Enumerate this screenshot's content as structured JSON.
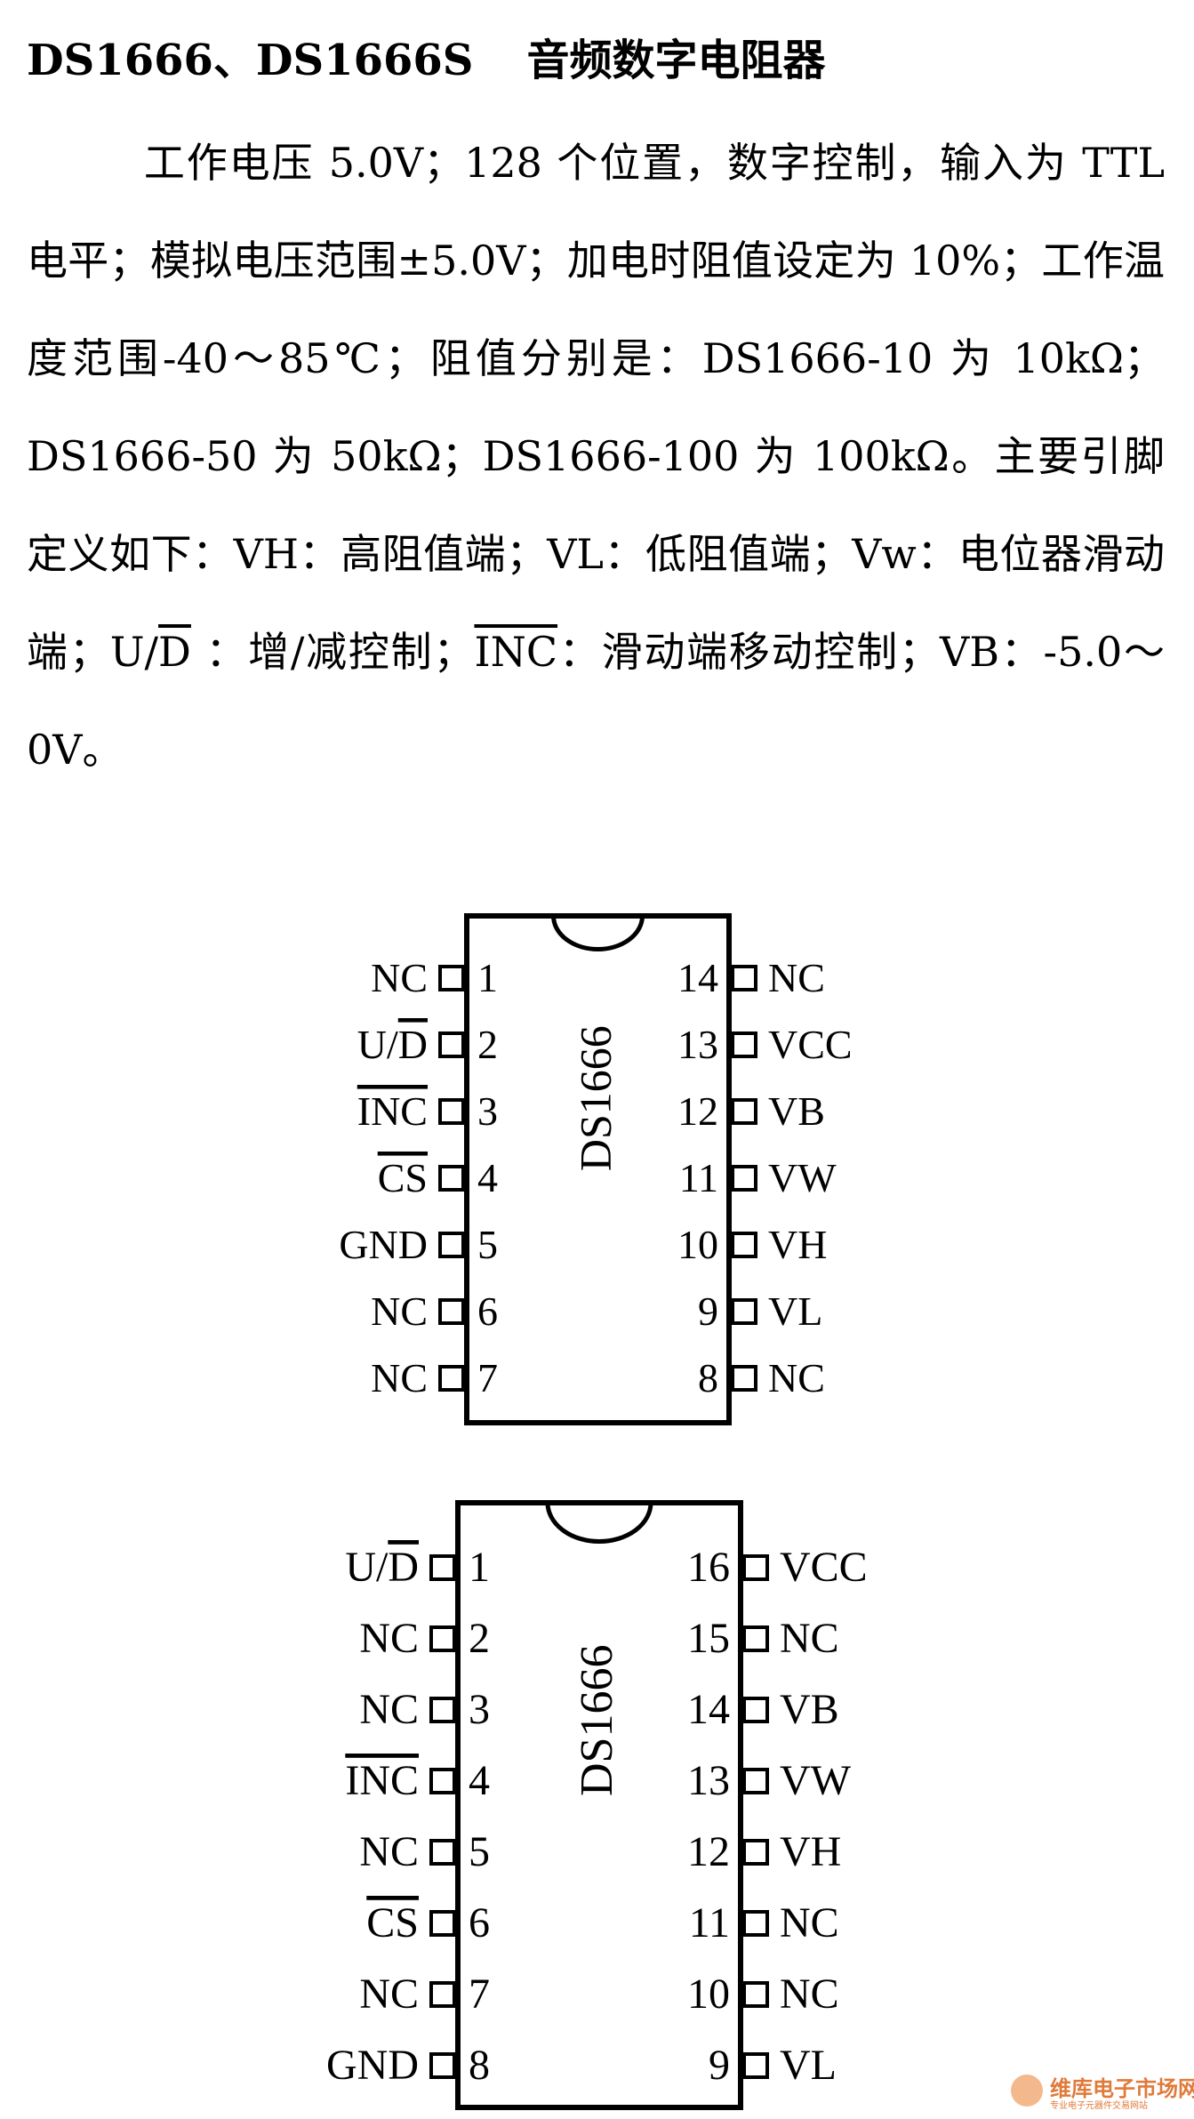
{
  "title": {
    "part_a": "DS1666、DS1666S",
    "part_b": "音频数字电阻器"
  },
  "body": {
    "s1": "工作电压 5.0V；128 个位置，数字控制，输入为 TTL 电平；模拟电压范围±5.0V；加电时阻值设定为 10%；工作温度范围-40～85℃；阻值分别是：DS1666-10 为 10kΩ；DS1666-50 为 50kΩ；DS1666-100 为 100kΩ。主要引脚定义如下：VH：高阻值端；VL：低阻值端；Vw：电位器滑动端；U/",
    "s1_over": "D",
    "s2": " ：增/减控制；",
    "s2_over": "INC",
    "s3": "：滑动端移动控制；VB：-5.0～0V。"
  },
  "chip14": {
    "name": "DS1666",
    "left_pins": [
      {
        "num": "1",
        "label": "NC"
      },
      {
        "num": "2",
        "label": "U/",
        "over": "D"
      },
      {
        "num": "3",
        "label": "",
        "over": "INC"
      },
      {
        "num": "4",
        "label": "",
        "over": "CS"
      },
      {
        "num": "5",
        "label": "GND"
      },
      {
        "num": "6",
        "label": "NC"
      },
      {
        "num": "7",
        "label": "NC"
      }
    ],
    "right_pins": [
      {
        "num": "14",
        "label": "NC"
      },
      {
        "num": "13",
        "label": "VCC"
      },
      {
        "num": "12",
        "label": "VB"
      },
      {
        "num": "11",
        "label": "VW"
      },
      {
        "num": "10",
        "label": "VH"
      },
      {
        "num": "9",
        "label": "VL"
      },
      {
        "num": "8",
        "label": "NC"
      }
    ]
  },
  "chip16": {
    "name": "DS1666",
    "left_pins": [
      {
        "num": "1",
        "label": "U/",
        "over": "D"
      },
      {
        "num": "2",
        "label": "NC"
      },
      {
        "num": "3",
        "label": "NC"
      },
      {
        "num": "4",
        "label": "",
        "over": "INC"
      },
      {
        "num": "5",
        "label": "NC"
      },
      {
        "num": "6",
        "label": "",
        "over": "CS"
      },
      {
        "num": "7",
        "label": "NC"
      },
      {
        "num": "8",
        "label": "GND"
      }
    ],
    "right_pins": [
      {
        "num": "16",
        "label": "VCC"
      },
      {
        "num": "15",
        "label": "NC"
      },
      {
        "num": "14",
        "label": "VB"
      },
      {
        "num": "13",
        "label": "VW"
      },
      {
        "num": "12",
        "label": "VH"
      },
      {
        "num": "11",
        "label": "NC"
      },
      {
        "num": "10",
        "label": "NC"
      },
      {
        "num": "9",
        "label": "VL"
      }
    ]
  },
  "watermark": {
    "brand": "维库电子市场网",
    "sub": "专业电子元器件交易网站",
    "color": "#e07a3a"
  }
}
